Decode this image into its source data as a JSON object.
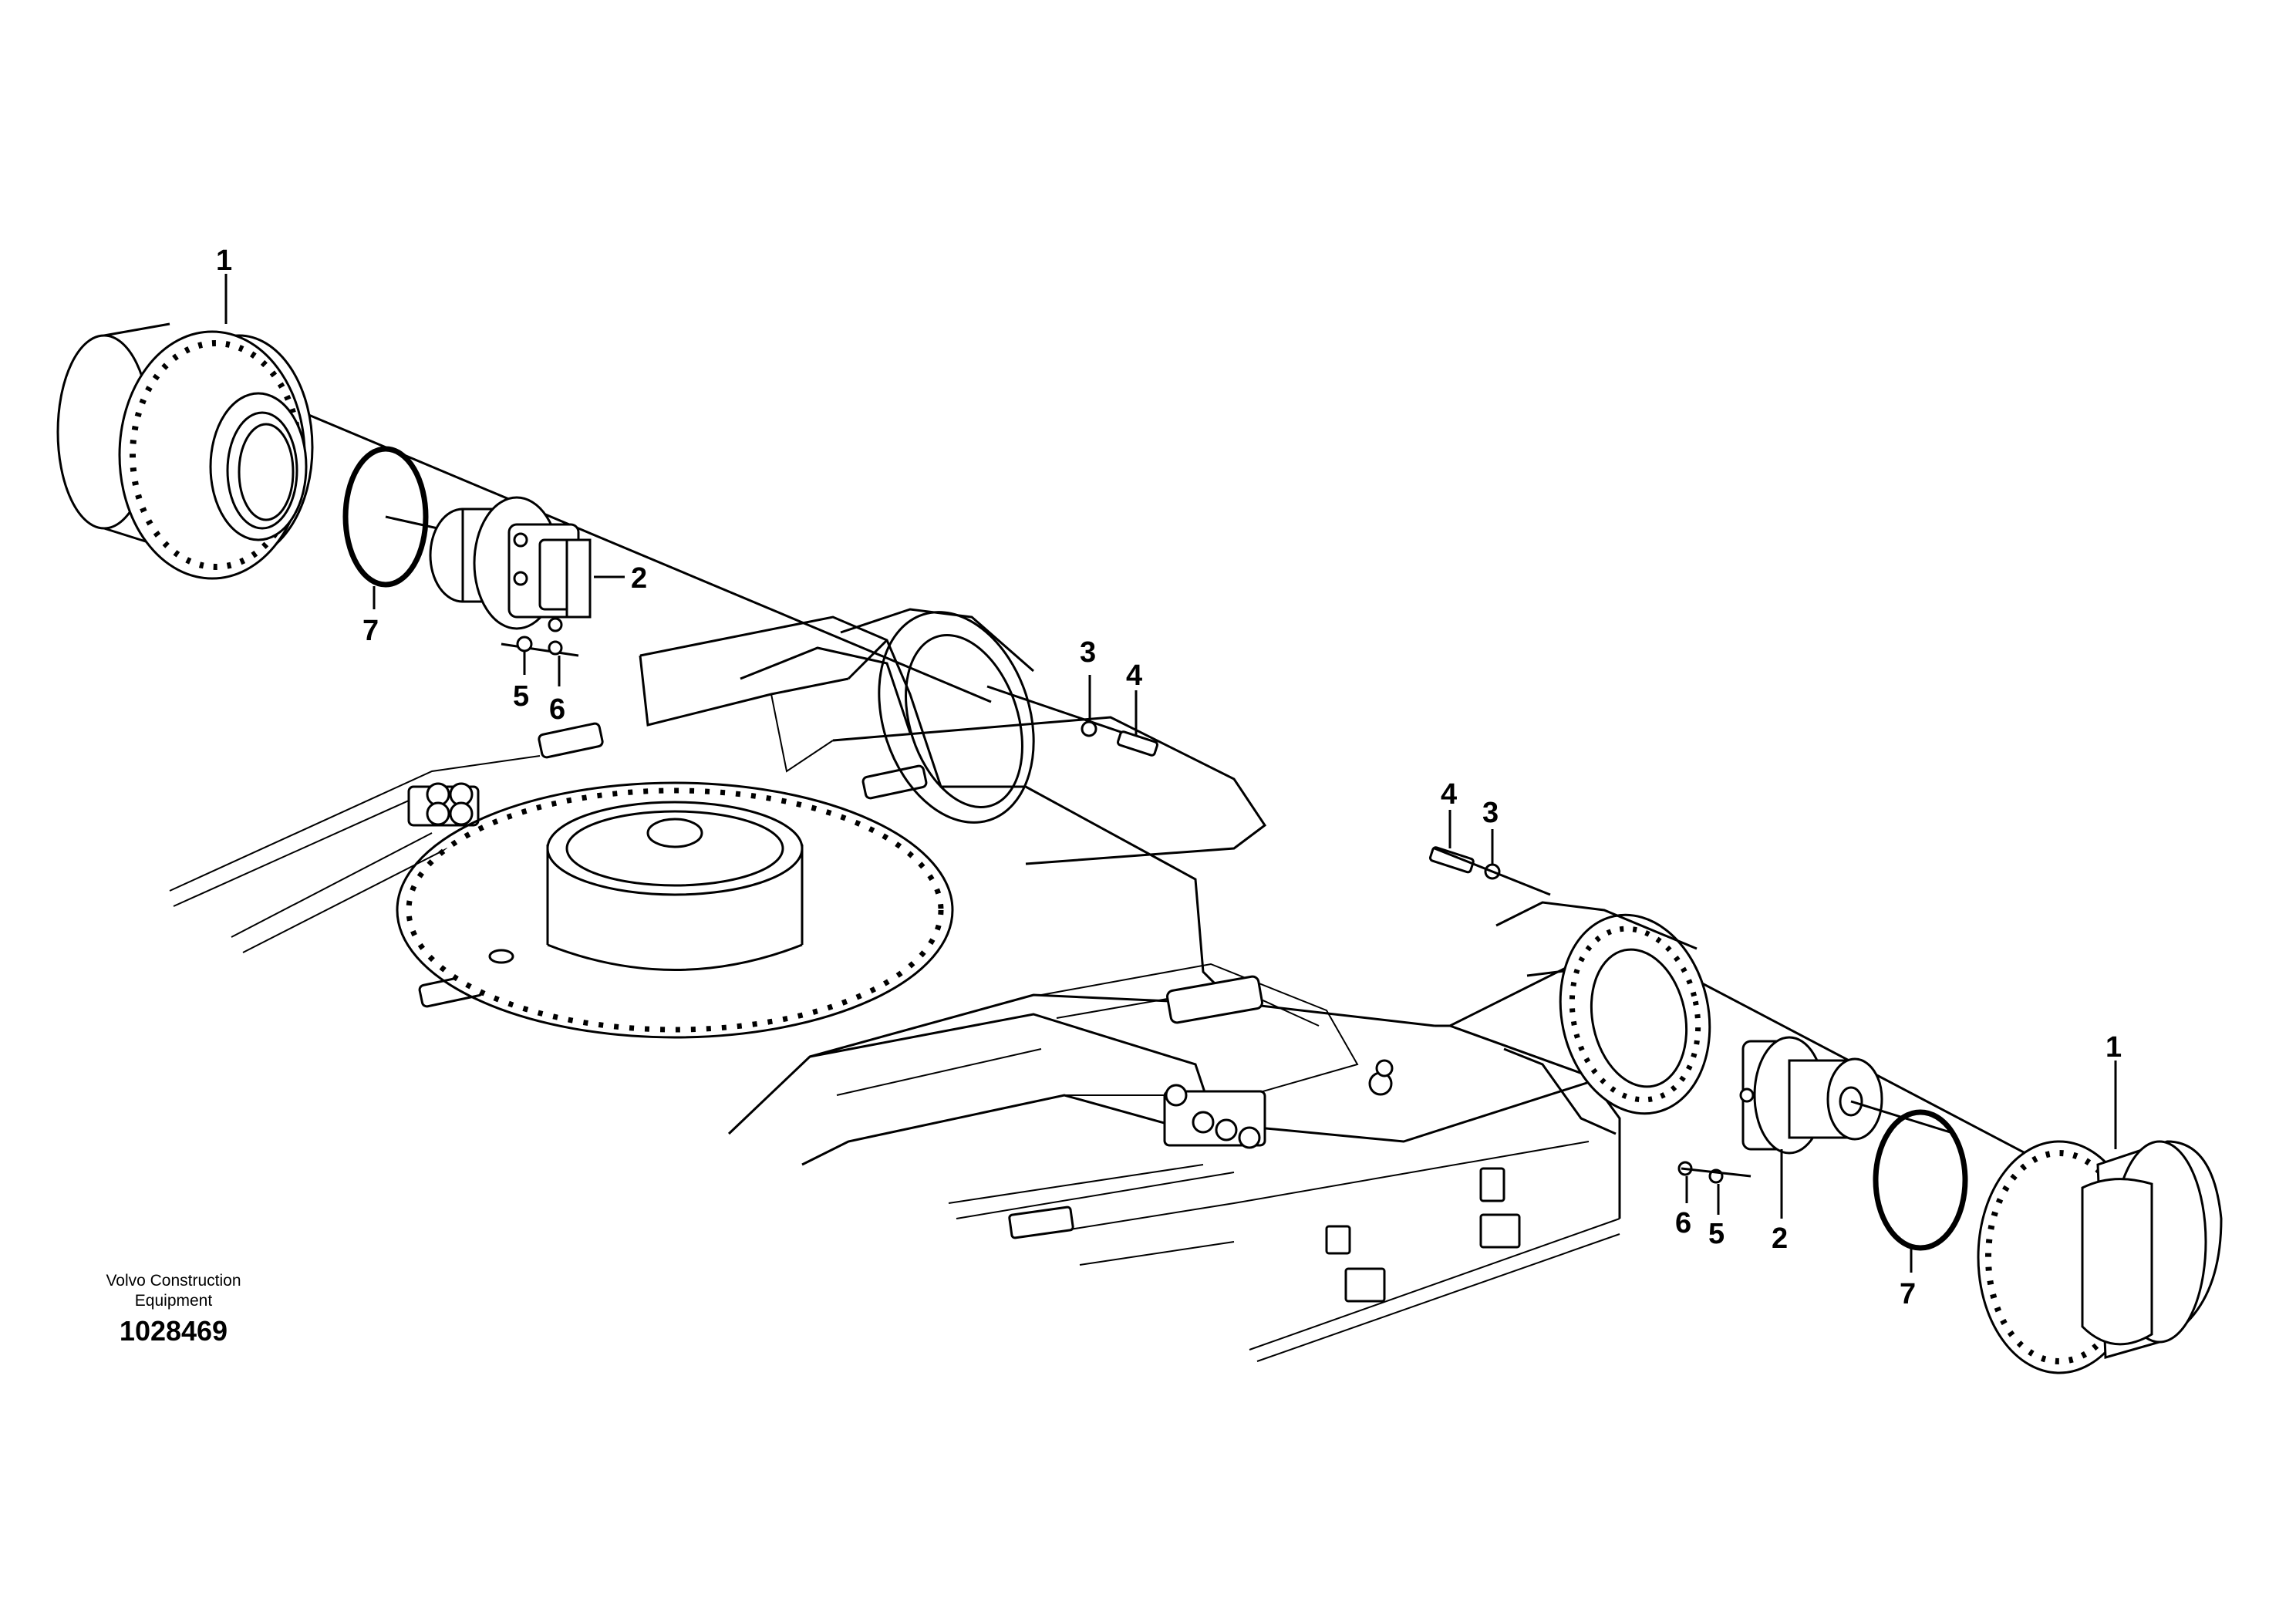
{
  "brand": {
    "line1": "Volvo Construction",
    "line2": "Equipment"
  },
  "document_number": "1028469",
  "callouts": [
    {
      "id": "c1-left",
      "text": "1"
    },
    {
      "id": "c7-left",
      "text": "7"
    },
    {
      "id": "c2-left",
      "text": "2"
    },
    {
      "id": "c5-left",
      "text": "5"
    },
    {
      "id": "c6-left",
      "text": "6"
    },
    {
      "id": "c3-left",
      "text": "3"
    },
    {
      "id": "c4-left",
      "text": "4"
    },
    {
      "id": "c4-right",
      "text": "4"
    },
    {
      "id": "c3-right",
      "text": "3"
    },
    {
      "id": "c1-right",
      "text": "1"
    },
    {
      "id": "c6-right",
      "text": "6"
    },
    {
      "id": "c5-right",
      "text": "5"
    },
    {
      "id": "c2-right",
      "text": "2"
    },
    {
      "id": "c7-right",
      "text": "7"
    }
  ]
}
